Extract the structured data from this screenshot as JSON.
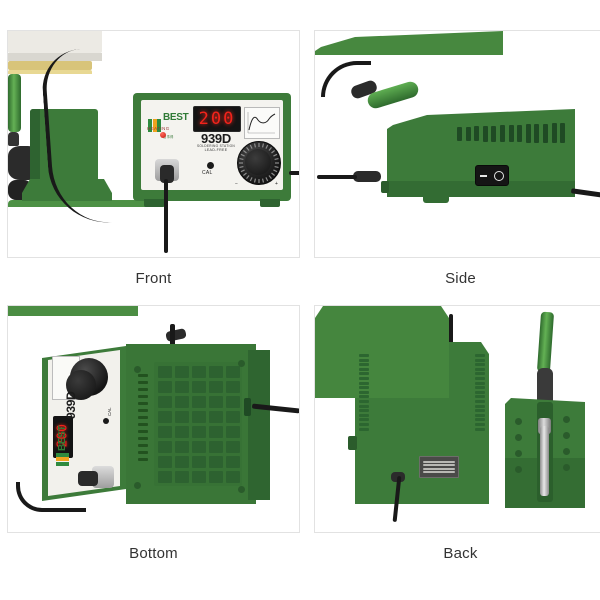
{
  "page": {
    "background": "#ffffff",
    "product_name": "BEST 939D Soldering Station",
    "accent_green": "#3d7b3a",
    "display_red": "#f2231b",
    "border_gray": "#e2e2e2"
  },
  "views": [
    {
      "id": "front",
      "caption": "Front"
    },
    {
      "id": "side",
      "caption": "Side"
    },
    {
      "id": "bottom",
      "caption": "Bottom"
    },
    {
      "id": "back",
      "caption": "Back"
    }
  ],
  "device": {
    "brand": "BEST",
    "brand_sub": "佰事得",
    "model": "939D",
    "subtitle_1": "SOLDERING STATION",
    "subtitle_2": "LEAD-FREE",
    "display_value": "200",
    "heating_label": "HEATING",
    "cal_label": "CAL",
    "knob_minus": "−",
    "knob_plus": "+",
    "graph_caption": "temp-curve-chart",
    "power_switch_off": "−",
    "power_switch_on": "○"
  }
}
